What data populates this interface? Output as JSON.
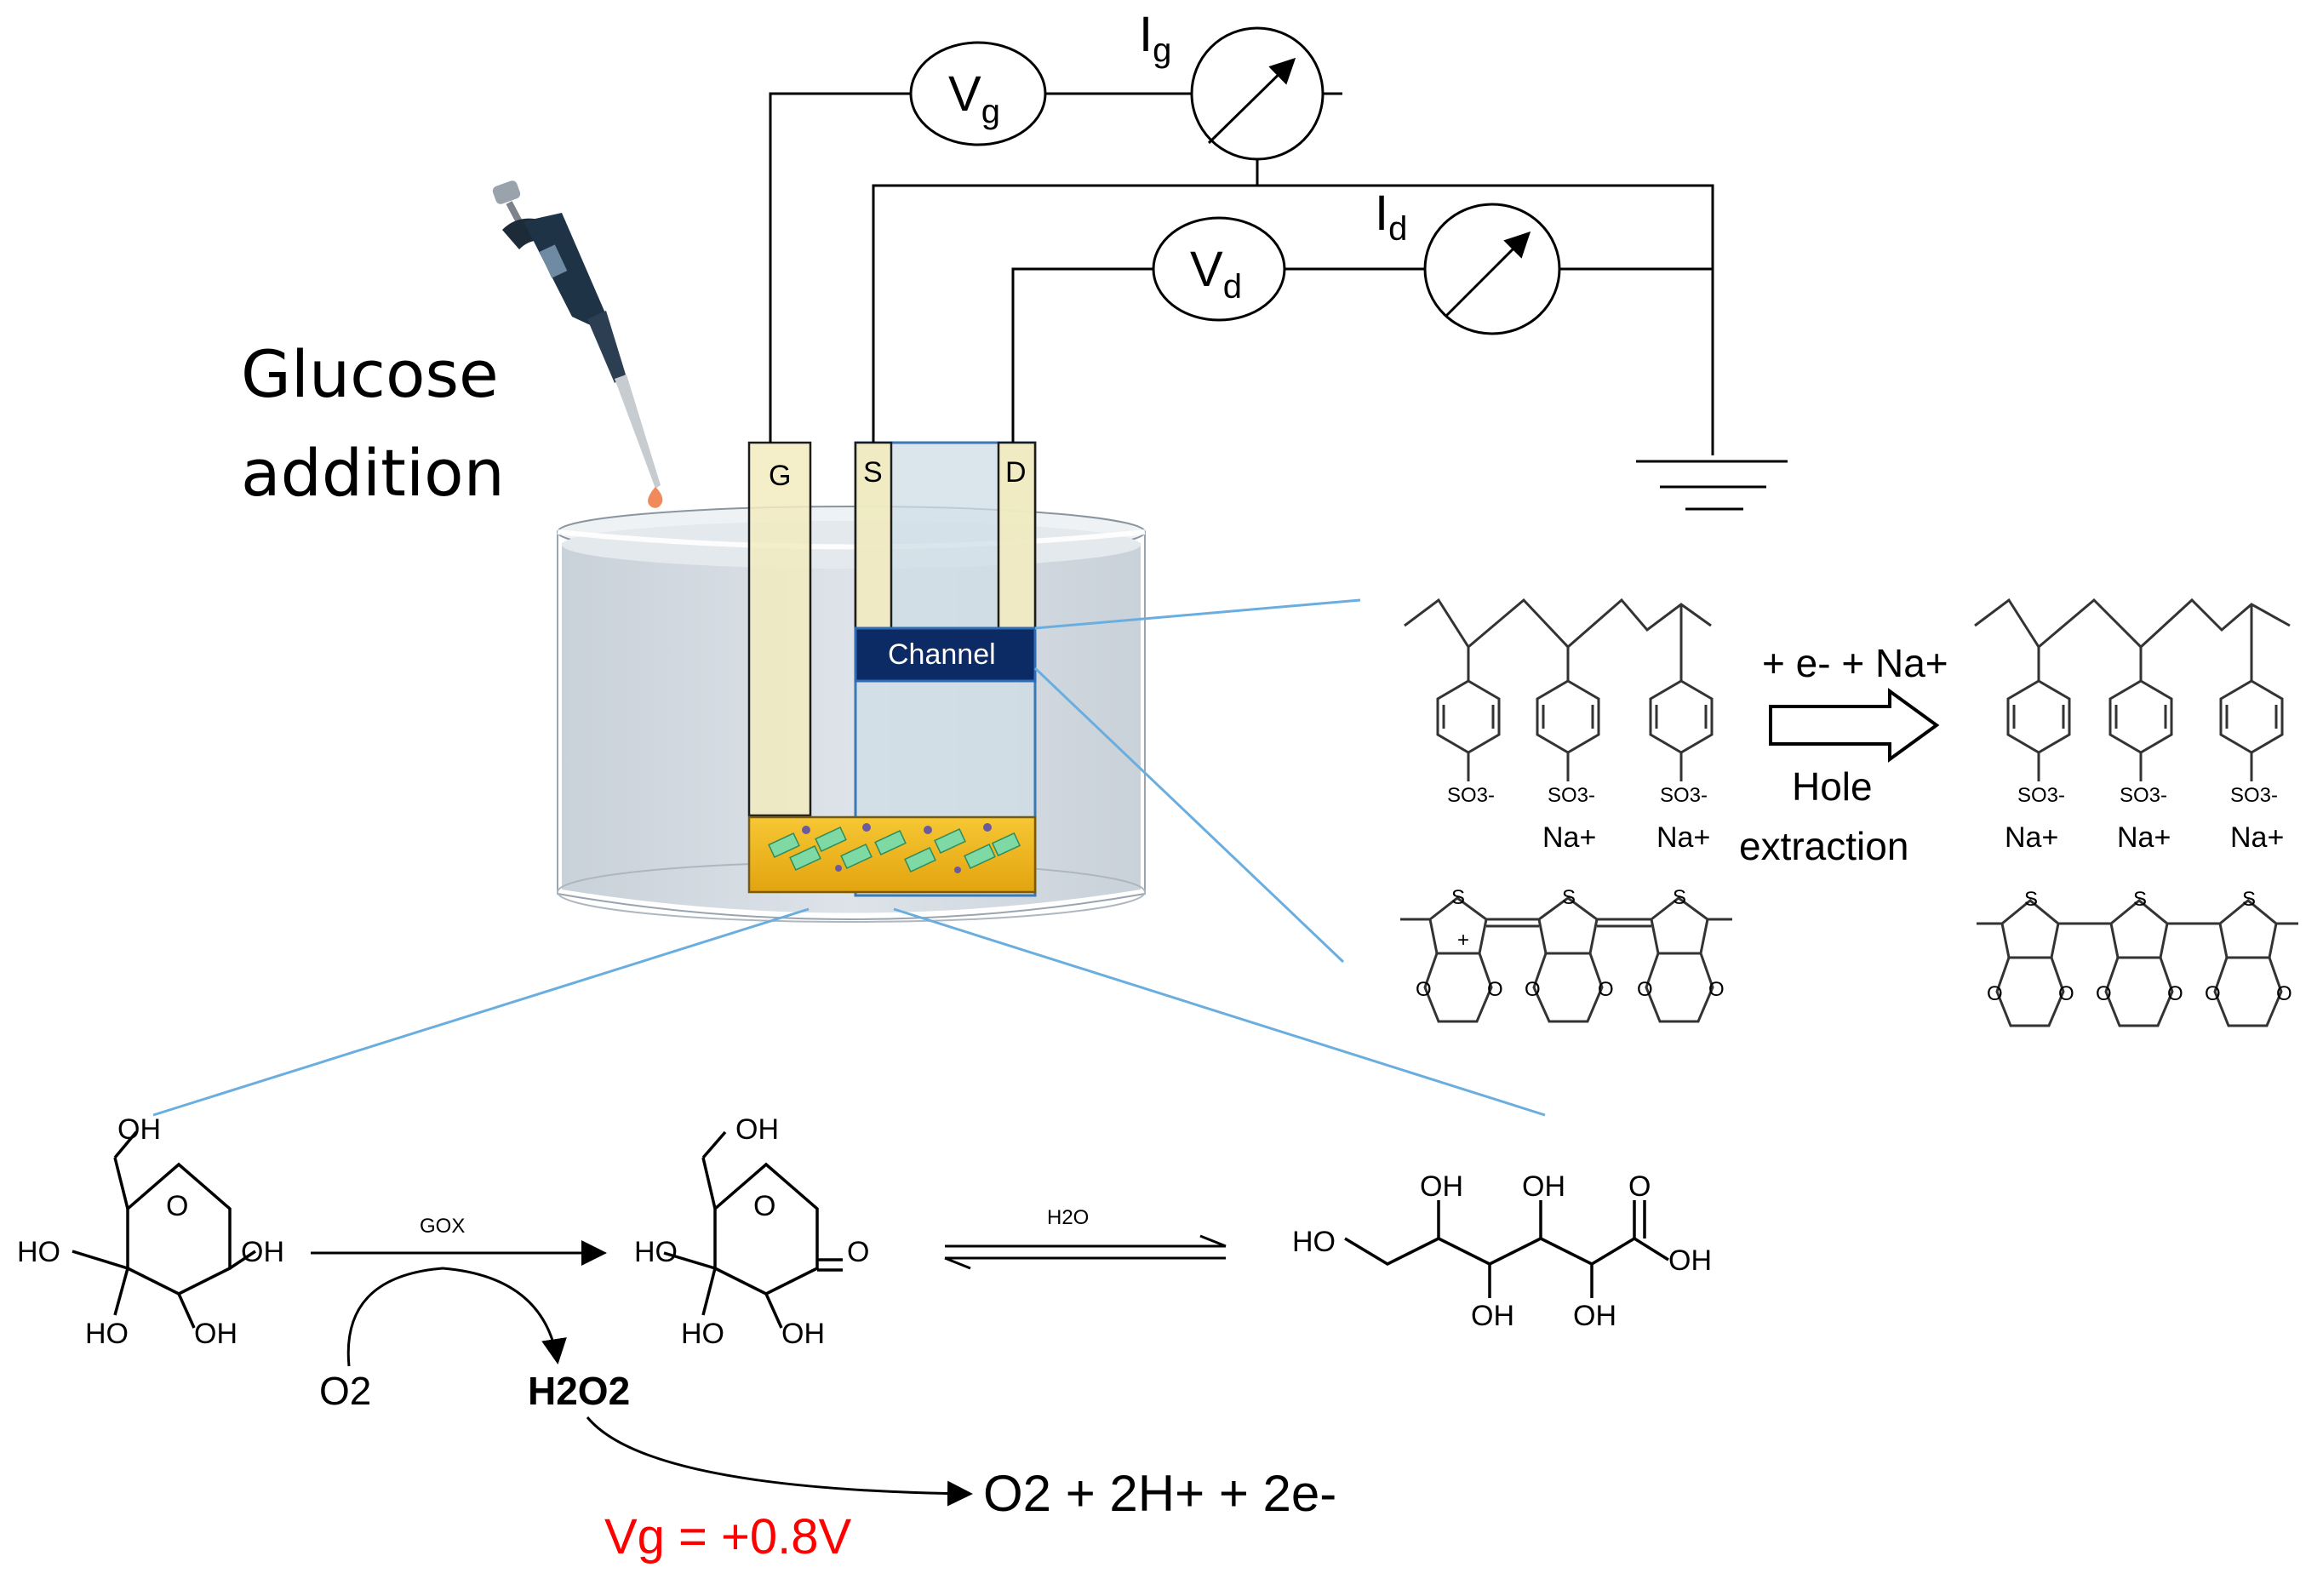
{
  "title": {
    "line1": "Glucose",
    "line2": "addition"
  },
  "circuit": {
    "gate_voltage": {
      "symbol": "V",
      "sub": "g"
    },
    "gate_current": {
      "symbol": "I",
      "sub": "g"
    },
    "drain_voltage": {
      "symbol": "V",
      "sub": "d"
    },
    "drain_current": {
      "symbol": "I",
      "sub": "d"
    }
  },
  "electrodes": {
    "gate": "G",
    "source": "S",
    "drain": "D",
    "channel": "Channel"
  },
  "polymer": {
    "sulfonate": "SO3-",
    "sodium": "Na+",
    "thiophene_s": "S",
    "oxygen": "O",
    "positive_charge": "+",
    "reaction_top": "+ e- + Na+",
    "reaction_bottom_1": "Hole",
    "reaction_bottom_2": "extraction"
  },
  "glucose_reaction": {
    "hydroxyl": "OH",
    "hydroxyl_left": "HO",
    "ring_oxygen": "O",
    "enzyme": "GOX",
    "water": "H2O",
    "oxygen_in": "O2",
    "peroxide": "H2O2",
    "gate_voltage_label": "Vg = +0.8V",
    "products": "O2 + 2H+ + 2e-"
  },
  "colors": {
    "zoom_lines": "#6aaee0",
    "gate_voltage_text": "#ff0000",
    "channel_fill": "#0c2a63",
    "enzyme_layer": "#f0b41c",
    "electrode_fill": "#f2ebbf",
    "electrolyte": "#d2d9e0"
  }
}
